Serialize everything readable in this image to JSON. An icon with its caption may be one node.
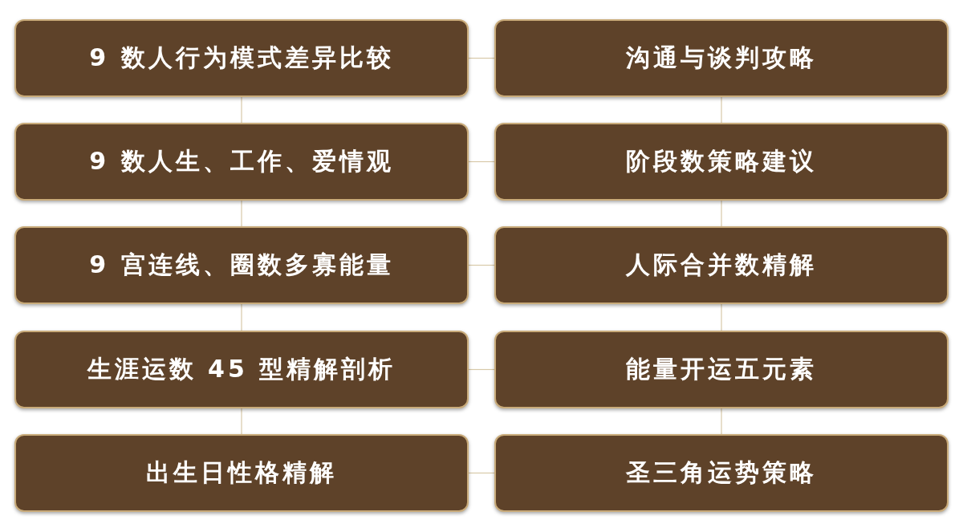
{
  "diagram": {
    "nodes": [
      {
        "text": [
          "9 数人行为模式差异比较"
        ]
      },
      {
        "text": [
          "沟通与谈判攻略"
        ]
      },
      {
        "text": [
          "9 数人生、工作、爱情观"
        ]
      },
      {
        "text": [
          "阶段数策略建议"
        ]
      },
      {
        "text": [
          "9 宫连线、圈数多寡能量"
        ]
      },
      {
        "text": [
          "人际合并数精解"
        ]
      },
      {
        "text": [
          "生涯运数 45 型精解剖析"
        ]
      },
      {
        "text": [
          "能量开运五元素"
        ]
      },
      {
        "text": [
          "出生日性格精解"
        ]
      },
      {
        "text": [
          "圣三角运势策略"
        ]
      }
    ],
    "edges": [
      {
        "from": 0,
        "to": 1,
        "arrow": "none"
      },
      {
        "from": 2,
        "to": 3,
        "arrow": "none"
      },
      {
        "from": 4,
        "to": 5,
        "arrow": "none"
      },
      {
        "from": 6,
        "to": 7,
        "arrow": "none"
      },
      {
        "from": 8,
        "to": 9,
        "arrow": "none"
      },
      {
        "from": 0,
        "to": 2,
        "arrow": "none"
      },
      {
        "from": 2,
        "to": 4,
        "arrow": "none"
      },
      {
        "from": 4,
        "to": 6,
        "arrow": "none"
      },
      {
        "from": 6,
        "to": 8,
        "arrow": "none"
      },
      {
        "from": 1,
        "to": 3,
        "arrow": "none"
      },
      {
        "from": 3,
        "to": 5,
        "arrow": "none"
      },
      {
        "from": 5,
        "to": 7,
        "arrow": "none"
      },
      {
        "from": 7,
        "to": 9,
        "arrow": "none"
      }
    ]
  }
}
